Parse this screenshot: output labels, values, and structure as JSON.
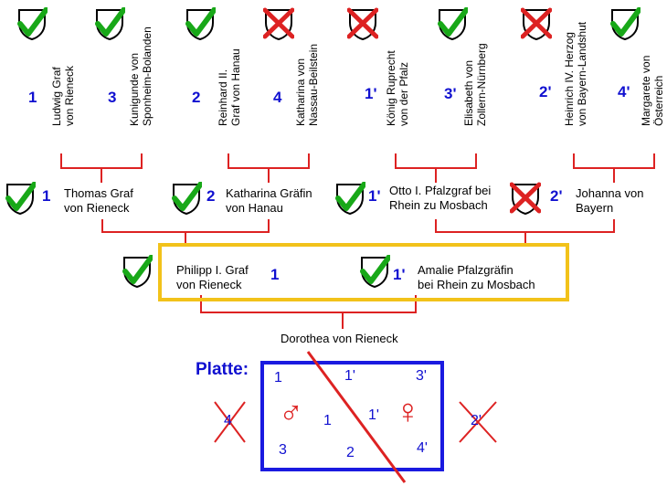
{
  "colors": {
    "link": "#dd2222",
    "accent": "#1010d0",
    "frame": "#f2c21a",
    "check": "#18a818"
  },
  "grandparents": [
    {
      "name1": "Ludwig Graf",
      "name2": "von Rieneck",
      "num": "1",
      "status": "check"
    },
    {
      "name1": "Kunigunde von",
      "name2": "Sponheim-Bolanden",
      "num": "3",
      "status": "check"
    },
    {
      "name1": "Reinhard II.",
      "name2": "Graf von Hanau",
      "num": "2",
      "status": "check"
    },
    {
      "name1": "Katharina von",
      "name2": "Nassau-Beilstein",
      "num": "4",
      "status": "cross"
    },
    {
      "name1": "König Ruprecht",
      "name2": "von der Pfalz",
      "num": "1'",
      "status": "cross"
    },
    {
      "name1": "Elisabeth von",
      "name2": "Zollern-Nürnberg",
      "num": "3'",
      "status": "check"
    },
    {
      "name1": "Heinrich IV. Herzog",
      "name2": "von Bayern-Landshut",
      "num": "2'",
      "status": "cross"
    },
    {
      "name1": "Margarete von",
      "name2": "Österreich",
      "num": "4'",
      "status": "check"
    }
  ],
  "parents": [
    {
      "name1": "Thomas Graf",
      "name2": "von Rieneck",
      "num": "1",
      "status": "check"
    },
    {
      "name1": "Katharina Gräfin",
      "name2": "von Hanau",
      "num": "2",
      "status": "check"
    },
    {
      "name1": "Otto I. Pfalzgraf bei",
      "name2": "Rhein zu Mosbach",
      "num": "1'",
      "status": "check"
    },
    {
      "name1": "Johanna von",
      "name2": "Bayern",
      "num": "2'",
      "status": "cross"
    }
  ],
  "couple": [
    {
      "name1": "Philipp I. Graf",
      "name2": "von Rieneck",
      "num": "1",
      "status": "check"
    },
    {
      "name1": "Amalie Pfalzgräfin",
      "name2": "bei Rhein zu Mosbach",
      "num": "1'",
      "status": "check"
    }
  ],
  "child": {
    "name": "Dorothea von Rieneck"
  },
  "plate": {
    "label": "Platte:",
    "male_symbol": "♂",
    "female_symbol": "♀",
    "top_left": "1",
    "top_mid": "1'",
    "top_right": "3'",
    "center_left": "1",
    "center_right": "1'",
    "bottom_left": "3",
    "bottom_mid": "2",
    "bottom_right": "4'",
    "crossed_left": "4",
    "crossed_right": "2'"
  }
}
